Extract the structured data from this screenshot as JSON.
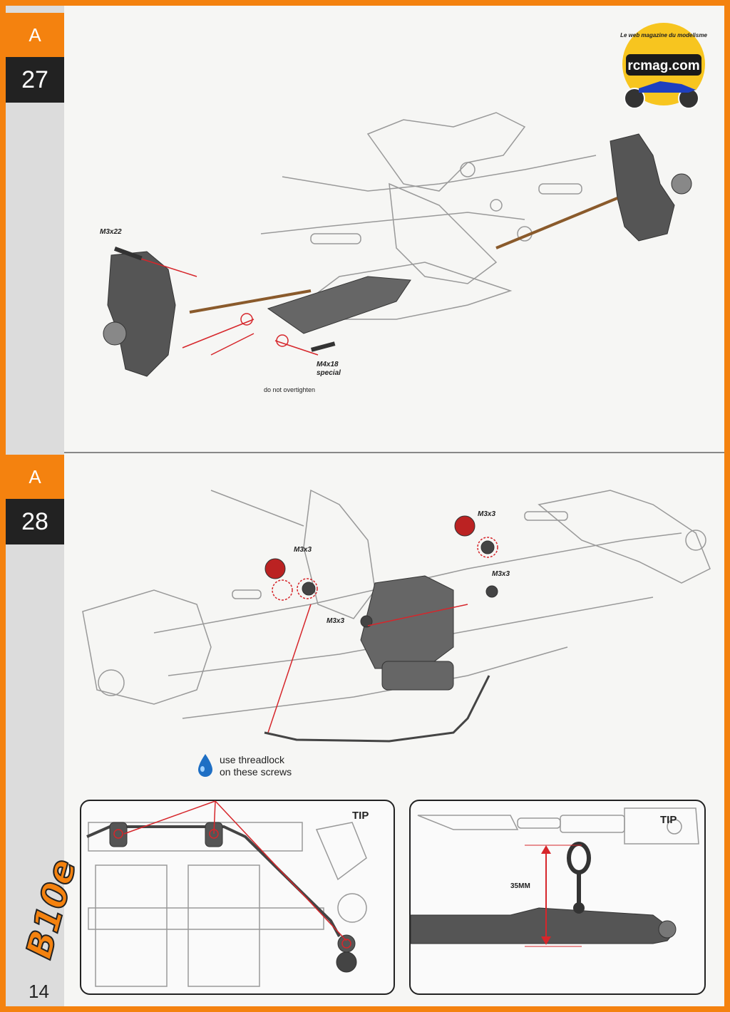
{
  "steps": [
    {
      "letter": "A",
      "number": "27"
    },
    {
      "letter": "A",
      "number": "28"
    }
  ],
  "step27": {
    "labels": {
      "screw1": "M3x22",
      "screw2": "M4x18",
      "screw2b": "special"
    },
    "note": "do not overtighten"
  },
  "step28": {
    "labels": {
      "a": "M3x3",
      "b": "M3x3",
      "c": "M3x3",
      "d": "M3x3"
    },
    "threadlock": [
      "use threadlock",
      "on these screws"
    ]
  },
  "tips": {
    "left": {
      "label": "TIP"
    },
    "right": {
      "label": "TIP",
      "measure": "35MM"
    }
  },
  "brand": {
    "model": "B10e"
  },
  "logo": {
    "tagline": "Le web magazine du modelisme",
    "site": "rcmag.com"
  },
  "page_number": "14",
  "colors": {
    "border": "#f4820f",
    "accent": "#d6262b",
    "dark": "#222222"
  }
}
